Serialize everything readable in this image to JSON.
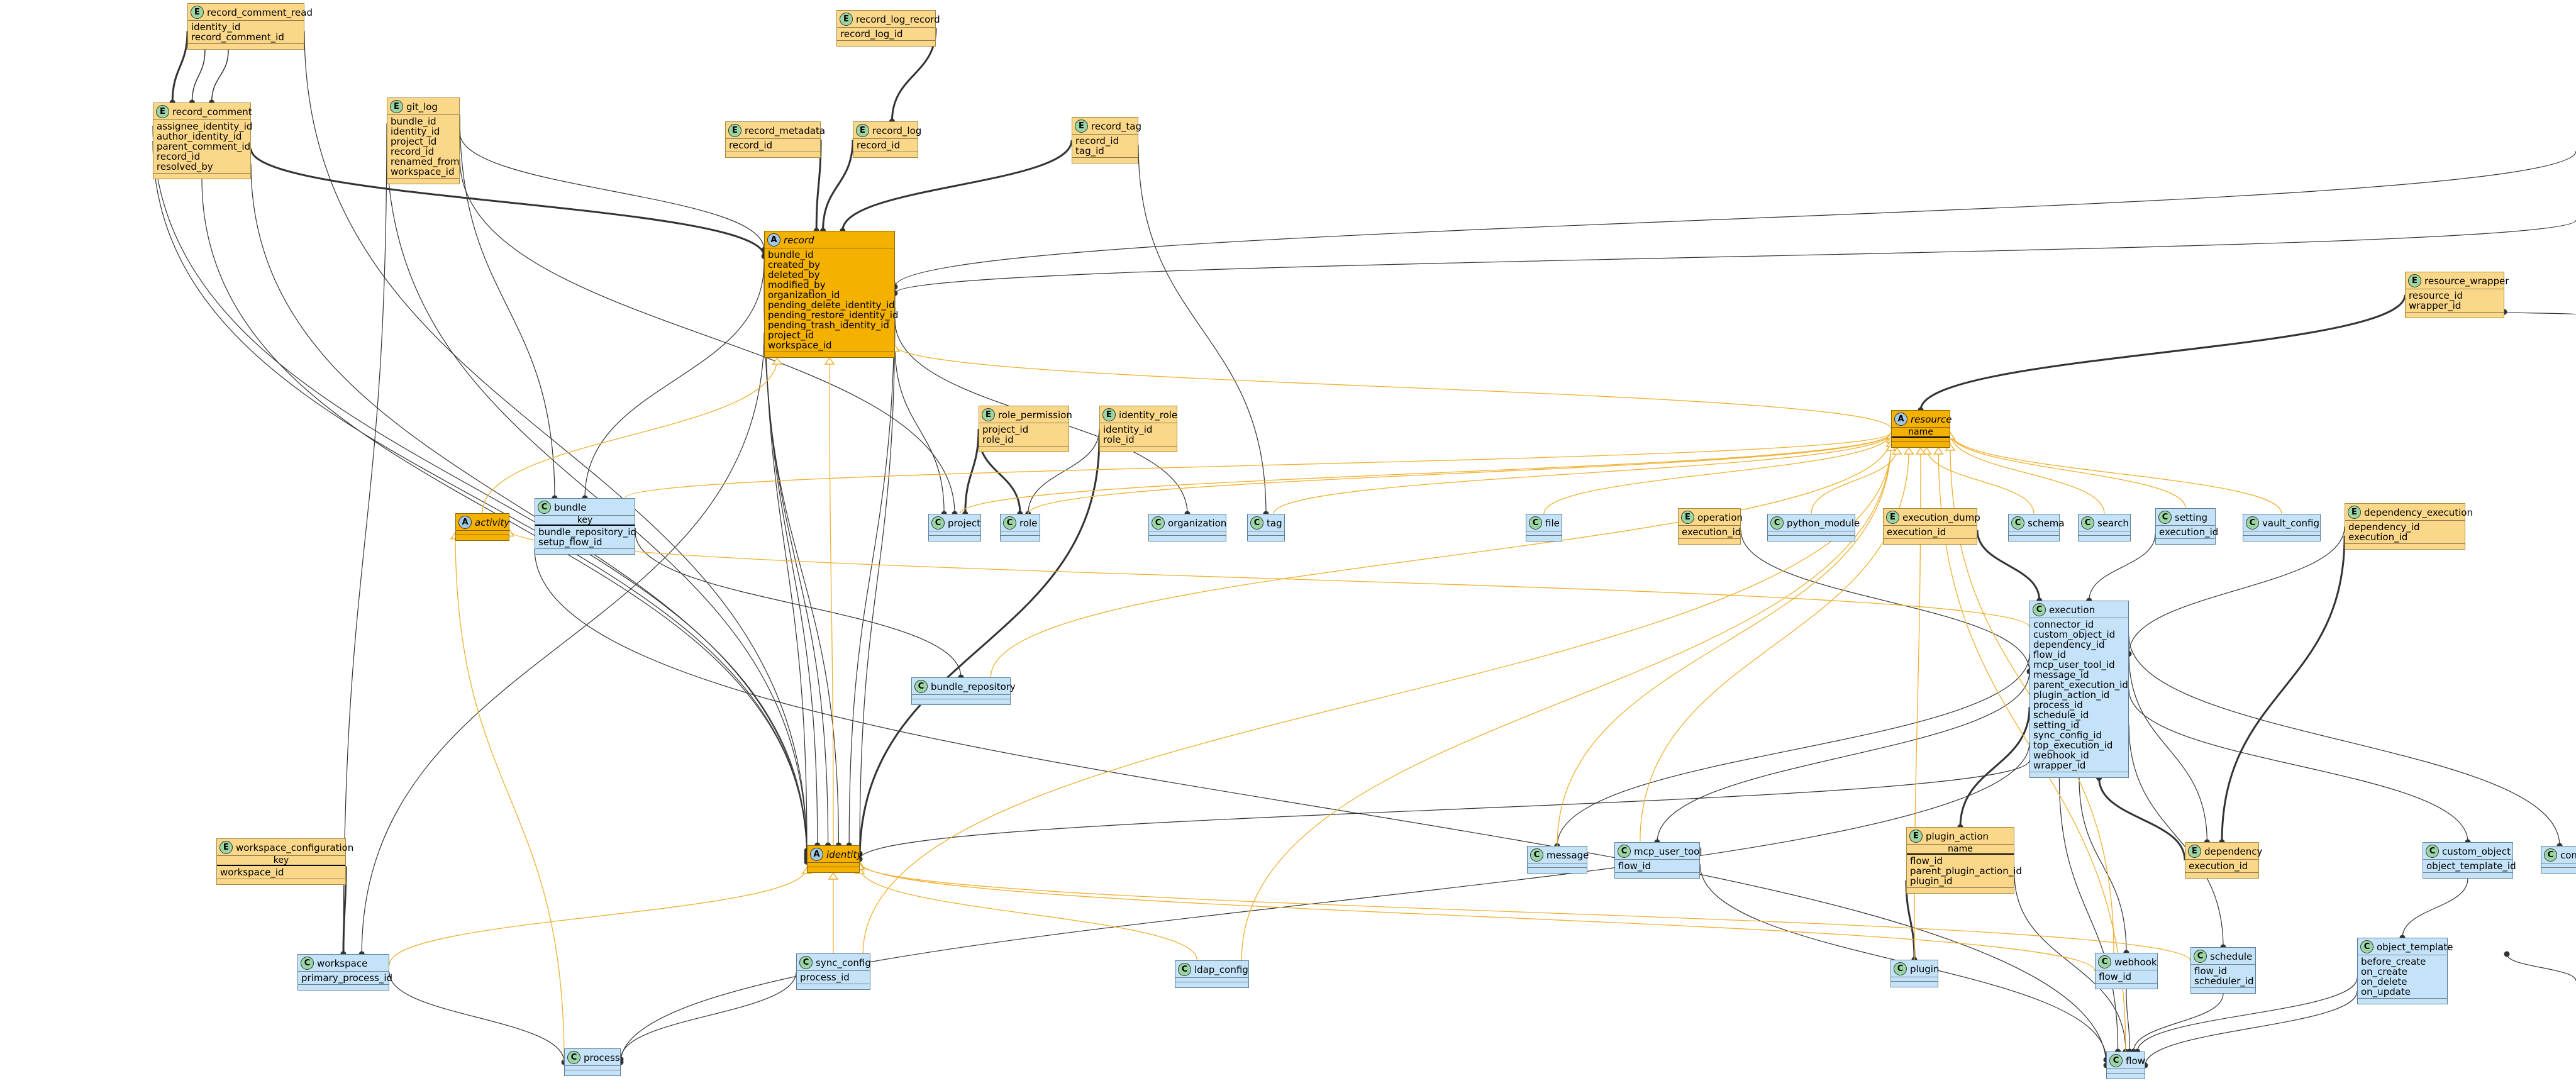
{
  "diagram": {
    "colors": {
      "entity": "#fbd889",
      "class": "#c5e3f8",
      "abstract": "#f4b100",
      "edge_dark": "#333333",
      "edge_inherit": "#f0b030"
    },
    "nodes": {
      "record_comment_read": {
        "badge": "E",
        "title": "record_comment_read",
        "fields": [
          "identity_id",
          "record_comment_id"
        ]
      },
      "record_log_record": {
        "badge": "E",
        "title": "record_log_record",
        "fields": [
          "record_log_id"
        ]
      },
      "record_comment": {
        "badge": "E",
        "title": "record_comment",
        "fields": [
          "assignee_identity_id",
          "author_identity_id",
          "parent_comment_id",
          "record_id",
          "resolved_by"
        ]
      },
      "git_log": {
        "badge": "E",
        "title": "git_log",
        "fields": [
          "bundle_id",
          "identity_id",
          "project_id",
          "record_id",
          "renamed_from",
          "workspace_id"
        ]
      },
      "record_metadata": {
        "badge": "E",
        "title": "record_metadata",
        "fields": [
          "record_id"
        ]
      },
      "record_log": {
        "badge": "E",
        "title": "record_log",
        "fields": [
          "record_id"
        ]
      },
      "record_tag": {
        "badge": "E",
        "title": "record_tag",
        "fields": [
          "record_id",
          "tag_id"
        ]
      },
      "record": {
        "badge": "A",
        "title": "record",
        "fields": [
          "bundle_id",
          "created_by",
          "deleted_by",
          "modified_by",
          "organization_id",
          "pending_delete_identity_id",
          "pending_restore_identity_id",
          "pending_trash_identity_id",
          "project_id",
          "workspace_id"
        ]
      },
      "resource_wrapper": {
        "badge": "E",
        "title": "resource_wrapper",
        "fields": [
          "resource_id",
          "wrapper_id"
        ]
      },
      "resource": {
        "badge": "A",
        "title": "resource",
        "key": "name"
      },
      "role_permission": {
        "badge": "E",
        "title": "role_permission",
        "fields": [
          "project_id",
          "role_id"
        ]
      },
      "identity_role": {
        "badge": "E",
        "title": "identity_role",
        "fields": [
          "identity_id",
          "role_id"
        ]
      },
      "activity": {
        "badge": "A",
        "title": "activity"
      },
      "bundle": {
        "badge": "C",
        "title": "bundle",
        "key": "key",
        "fields": [
          "bundle_repository_id",
          "setup_flow_id"
        ]
      },
      "project": {
        "badge": "C",
        "title": "project"
      },
      "role": {
        "badge": "C",
        "title": "role"
      },
      "organization": {
        "badge": "C",
        "title": "organization"
      },
      "tag": {
        "badge": "C",
        "title": "tag"
      },
      "file": {
        "badge": "C",
        "title": "file"
      },
      "operation": {
        "badge": "E",
        "title": "operation",
        "fields": [
          "execution_id"
        ]
      },
      "python_module": {
        "badge": "C",
        "title": "python_module"
      },
      "execution_dump": {
        "badge": "E",
        "title": "execution_dump",
        "fields": [
          "execution_id"
        ]
      },
      "schema": {
        "badge": "C",
        "title": "schema"
      },
      "search": {
        "badge": "C",
        "title": "search"
      },
      "setting": {
        "badge": "C",
        "title": "setting",
        "fields": [
          "execution_id"
        ]
      },
      "vault_config": {
        "badge": "C",
        "title": "vault_config"
      },
      "dependency_execution": {
        "badge": "E",
        "title": "dependency_execution",
        "fields": [
          "dependency_id",
          "execution_id"
        ]
      },
      "execution": {
        "badge": "C",
        "title": "execution",
        "fields": [
          "connector_id",
          "custom_object_id",
          "dependency_id",
          "flow_id",
          "mcp_user_tool_id",
          "message_id",
          "parent_execution_id",
          "plugin_action_id",
          "process_id",
          "schedule_id",
          "setting_id",
          "sync_config_id",
          "top_execution_id",
          "webhook_id",
          "wrapper_id"
        ]
      },
      "bundle_repository": {
        "badge": "C",
        "title": "bundle_repository"
      },
      "workspace_configuration": {
        "badge": "E",
        "title": "workspace_configuration",
        "key": "key",
        "fields": [
          "workspace_id"
        ]
      },
      "identity": {
        "badge": "A",
        "title": "identity"
      },
      "message": {
        "badge": "C",
        "title": "message"
      },
      "mcp_user_tool": {
        "badge": "C",
        "title": "mcp_user_tool",
        "fields": [
          "flow_id"
        ]
      },
      "plugin_action": {
        "badge": "E",
        "title": "plugin_action",
        "key": "name",
        "fields": [
          "flow_id",
          "parent_plugin_action_id",
          "plugin_id"
        ]
      },
      "dependency": {
        "badge": "E",
        "title": "dependency",
        "fields": [
          "execution_id"
        ]
      },
      "custom_object": {
        "badge": "C",
        "title": "custom_object",
        "fields": [
          "object_template_id"
        ]
      },
      "connector": {
        "badge": "C",
        "title": "con"
      },
      "workspace": {
        "badge": "C",
        "title": "workspace",
        "fields": [
          "primary_process_id"
        ]
      },
      "sync_config": {
        "badge": "C",
        "title": "sync_config",
        "fields": [
          "process_id"
        ]
      },
      "ldap_config": {
        "badge": "C",
        "title": "ldap_config"
      },
      "webhook": {
        "badge": "C",
        "title": "webhook",
        "fields": [
          "flow_id"
        ]
      },
      "schedule": {
        "badge": "C",
        "title": "schedule",
        "fields": [
          "flow_id",
          "scheduler_id"
        ]
      },
      "object_template": {
        "badge": "C",
        "title": "object_template",
        "fields": [
          "before_create",
          "on_create",
          "on_delete",
          "on_update"
        ]
      },
      "plugin": {
        "badge": "C",
        "title": "plugin"
      },
      "process": {
        "badge": "C",
        "title": "process"
      },
      "flow": {
        "badge": "C",
        "title": "flow"
      }
    }
  }
}
